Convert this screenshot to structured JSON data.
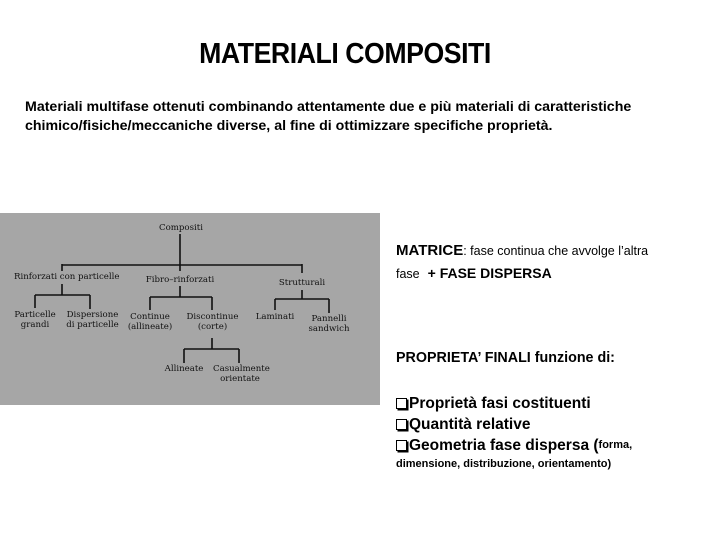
{
  "slide": {
    "title": "MATERIALI COMPOSITI",
    "intro_line1": "Materiali multifase ottenuti combinando attentamente due e più materiali di caratteristiche",
    "intro_line2": "chimico/fisiche/meccaniche diverse, al fine di ottimizzare specifiche proprietà."
  },
  "diagram": {
    "background": "#a6a6a6",
    "root": "Compositi",
    "level1": [
      "Rinforzati con particelle",
      "Fibro–rinforzati",
      "Strutturali"
    ],
    "particelle_children": [
      [
        "Particelle",
        "grandi"
      ],
      [
        "Dispersione",
        "di particelle"
      ]
    ],
    "fibro_children": [
      [
        "Continue",
        "(allineate)"
      ],
      [
        "Discontinue",
        "(corte)"
      ]
    ],
    "strutturali_children": [
      [
        "Laminati",
        ""
      ],
      [
        "Pannelli",
        "sandwich"
      ]
    ],
    "discontinue_children": [
      [
        "Allineate",
        ""
      ],
      [
        "Casualmente",
        "orientate"
      ]
    ]
  },
  "matrice": {
    "label": "MATRICE",
    "colon": ":",
    "desc1": " fase continua che avvolge l’altra",
    "desc2": "fase",
    "plus": "+ FASE DISPERSA"
  },
  "proprieta": {
    "heading": "PROPRIETA’ FINALI funzione di:",
    "items": [
      {
        "main": "Proprietà fasi costituenti"
      },
      {
        "main": "Quantità relative"
      },
      {
        "main": "Geometria fase dispersa (",
        "small": "forma,"
      }
    ],
    "continuation": "dimensione, distribuzione, orientamento)"
  }
}
